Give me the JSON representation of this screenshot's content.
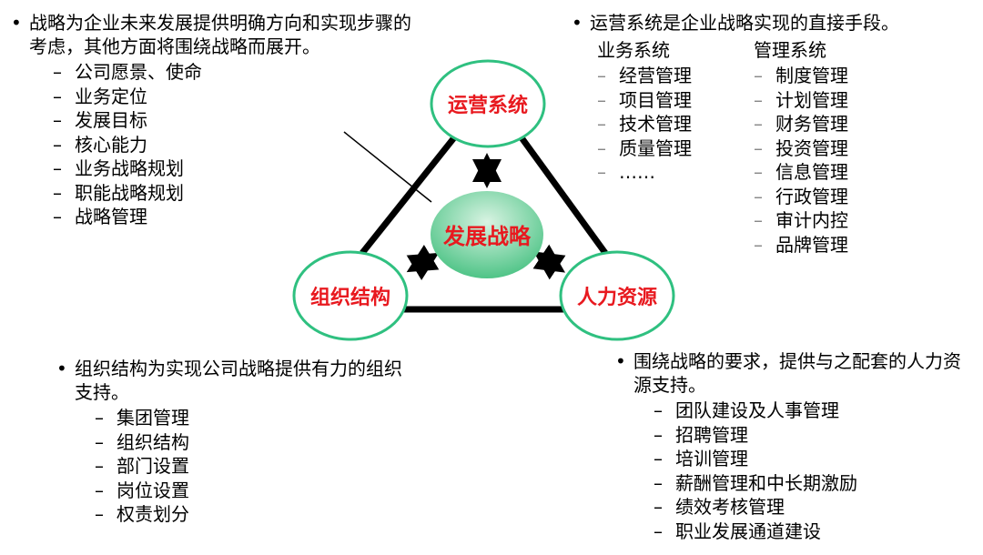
{
  "strategy_note": {
    "text": "战略为企业未来发展提供明确方向和实现步骤的考虑，其他方面将围绕战略而展开。",
    "items": [
      "公司愿景、使命",
      "业务定位",
      "发展目标",
      "核心能力",
      "业务战略规划",
      "职能战略规划",
      "战略管理"
    ]
  },
  "operations_note": {
    "text": "运营系统是企业战略实现的直接手段。",
    "business": {
      "title": "业务系统",
      "items": [
        "经营管理",
        "项目管理",
        "技术管理",
        "质量管理",
        "……"
      ]
    },
    "management": {
      "title": "管理系统",
      "items": [
        "制度管理",
        "计划管理",
        "财务管理",
        "投资管理",
        "信息管理",
        "行政管理",
        "审计内控",
        "品牌管理"
      ]
    }
  },
  "organization_note": {
    "text": "组织结构为实现公司战略提供有力的组织支持。",
    "items": [
      "集团管理",
      "组织结构",
      "部门设置",
      "岗位设置",
      "权责划分"
    ]
  },
  "hr_note": {
    "text": "围绕战略的要求，提供与之配套的人力资源支持。",
    "items": [
      "团队建设及人事管理",
      "招聘管理",
      "培训管理",
      "薪酬管理和中长期激励",
      "绩效考核管理",
      "职业发展通道建设"
    ]
  },
  "diagram": {
    "center": "发展战略",
    "top": "运营系统",
    "left": "组织结构",
    "right": "人力资源",
    "label_color": "#e8191f",
    "ring_color": "#2fc080",
    "center_fill": "#6fd09a"
  }
}
